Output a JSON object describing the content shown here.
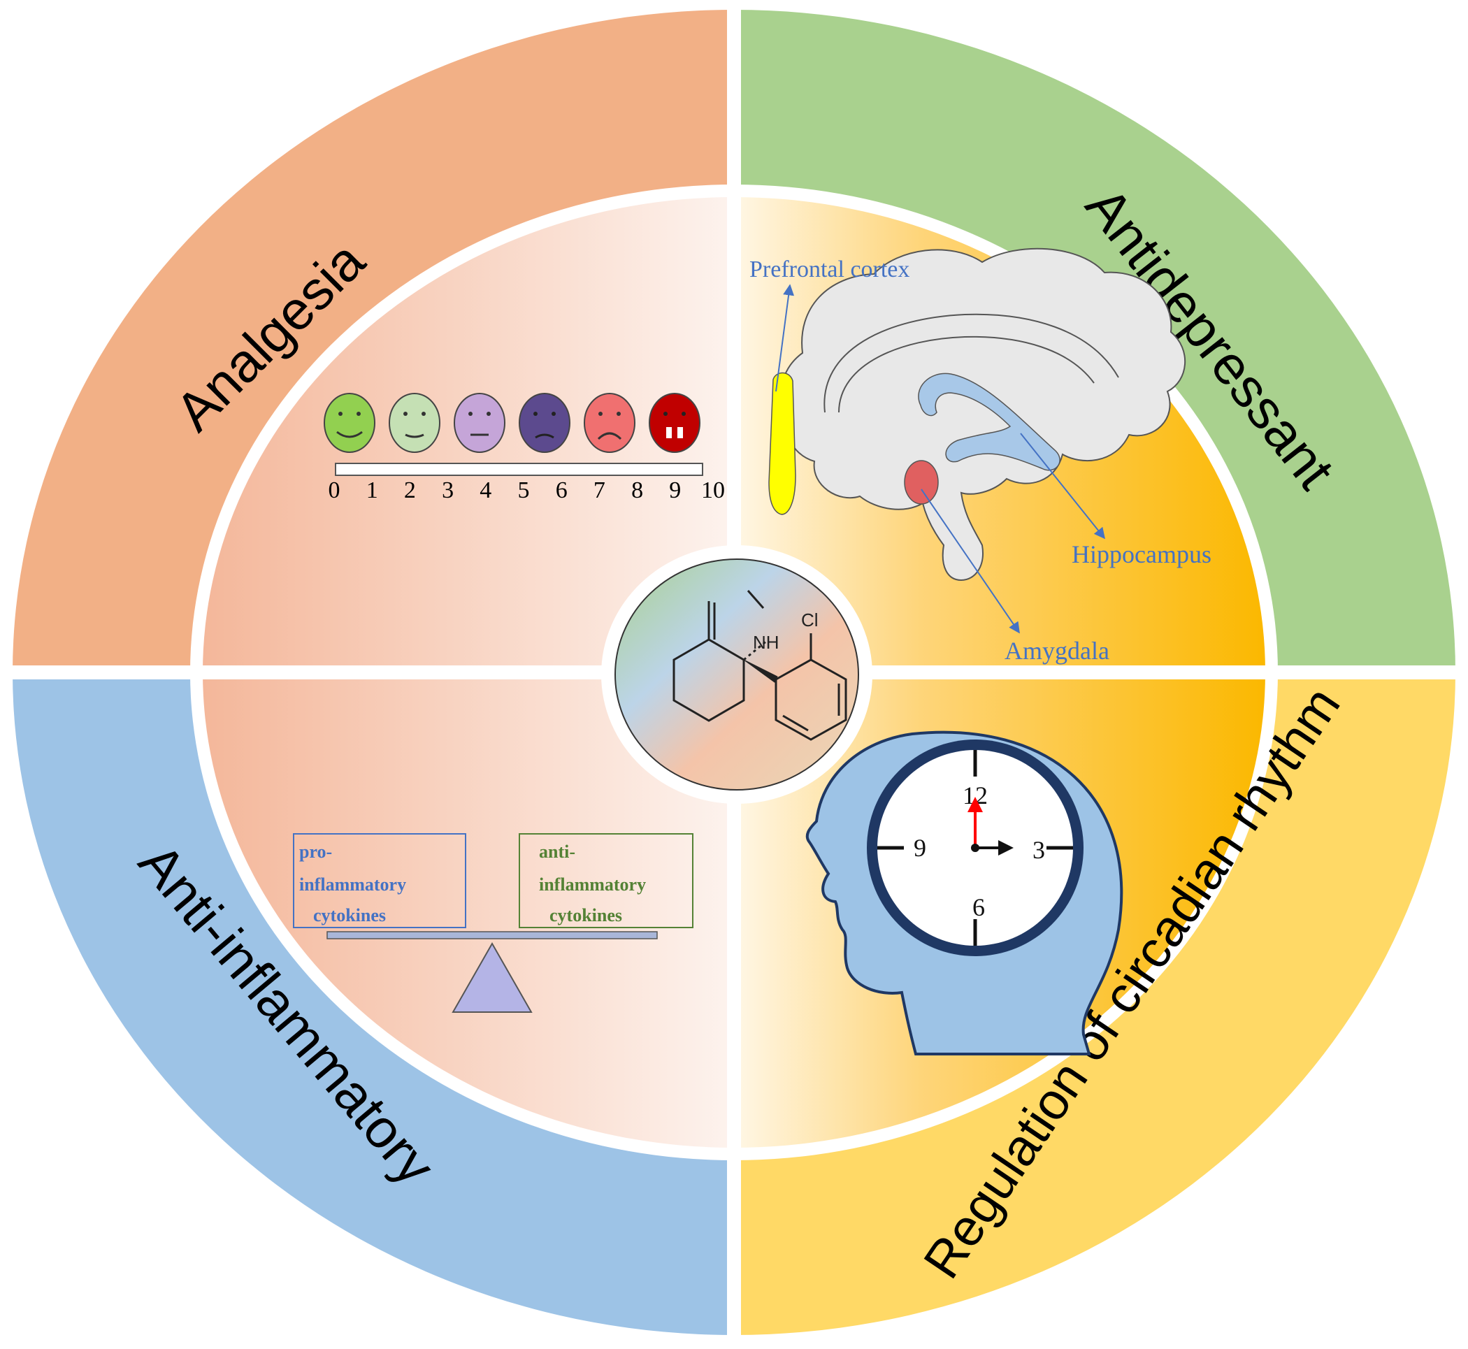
{
  "quadrants": {
    "analgesia": {
      "label": "Analgesia"
    },
    "antidepressant": {
      "label": "Antidepressant"
    },
    "anti_inflammatory": {
      "label": "Anti-inflammatory"
    },
    "circadian": {
      "label": "Regulation of circadian rhythm"
    }
  },
  "pain_scale": {
    "ticks": [
      "0",
      "1",
      "2",
      "3",
      "4",
      "5",
      "6",
      "7",
      "8",
      "9",
      "10"
    ]
  },
  "brain": {
    "prefrontal": "Prefrontal cortex",
    "hippocampus": "Hippocampus",
    "amygdala": "Amygdala"
  },
  "molecule": {
    "nh": "NH",
    "cl": "Cl"
  },
  "balance": {
    "pro_line1": "pro-",
    "pro_line2": "inflammatory",
    "pro_line3": "cytokines",
    "anti_line1": "anti-",
    "anti_line2": "inflammatory",
    "anti_line3": "cytokines"
  },
  "clock": {
    "twelve": "12",
    "three": "3",
    "six": "6",
    "nine": "9"
  },
  "colors": {
    "analgesia": "#f2b086",
    "antidepressant": "#a9d18e",
    "anti_inflammatory": "#9dc3e6",
    "circadian": "#ffd966",
    "text_blue": "#4472c4",
    "text_green": "#548235"
  }
}
